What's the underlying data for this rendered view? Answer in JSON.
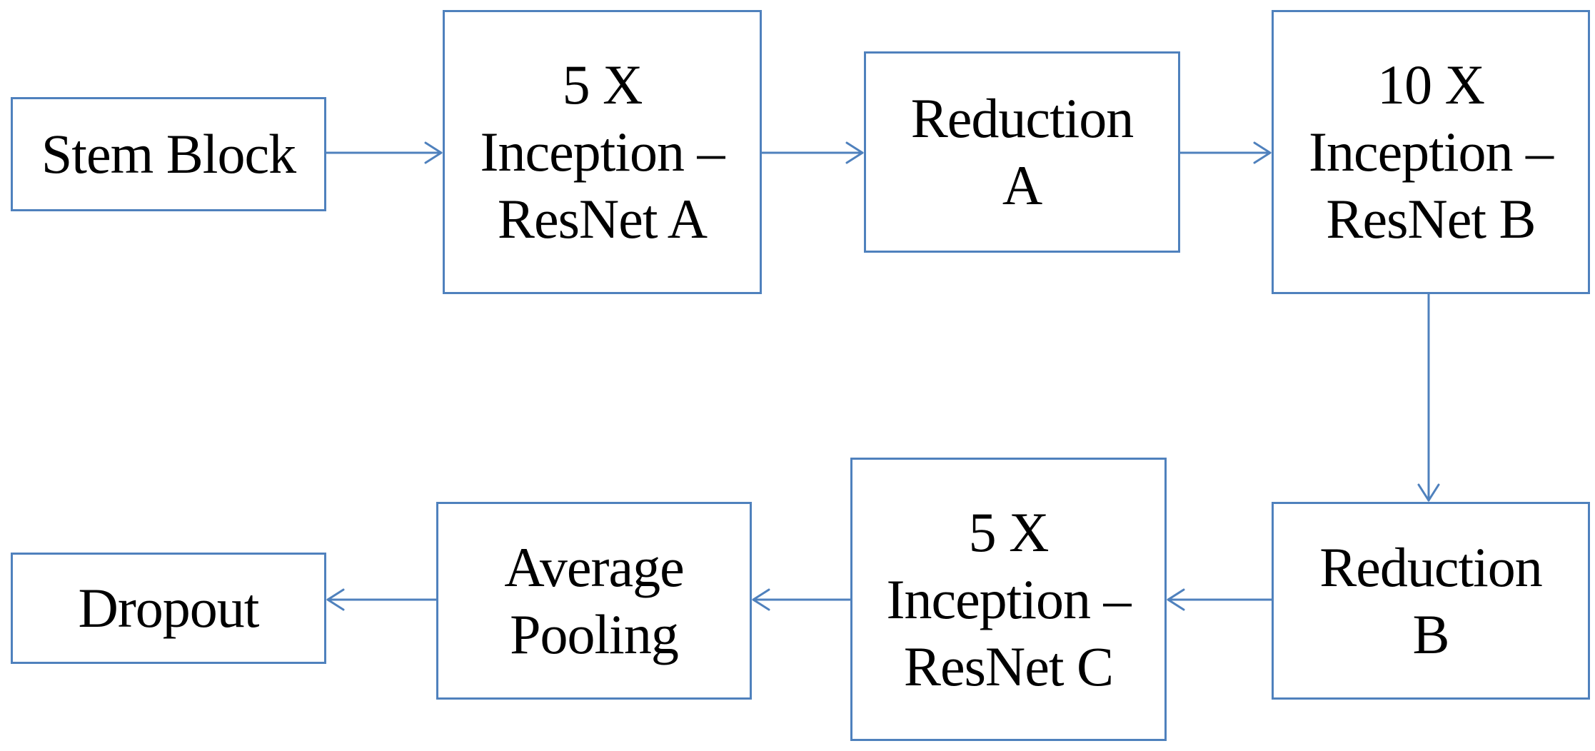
{
  "blocks": {
    "stem": {
      "lines": [
        "Stem Block"
      ]
    },
    "inception_a": {
      "lines": [
        "5 X",
        "Inception –",
        "ResNet A"
      ]
    },
    "reduction_a": {
      "lines": [
        "Reduction",
        "A"
      ]
    },
    "inception_b": {
      "lines": [
        "10 X",
        "Inception –",
        "ResNet B"
      ]
    },
    "reduction_b": {
      "lines": [
        "Reduction",
        "B"
      ]
    },
    "inception_c": {
      "lines": [
        "5 X",
        "Inception –",
        "ResNet C"
      ]
    },
    "average_pooling": {
      "lines": [
        "Average",
        "Pooling"
      ]
    },
    "dropout": {
      "lines": [
        "Dropout"
      ]
    }
  },
  "colors": {
    "border": "#4f81bd",
    "arrow": "#4f81bd",
    "text": "#000000",
    "background": "#ffffff"
  }
}
